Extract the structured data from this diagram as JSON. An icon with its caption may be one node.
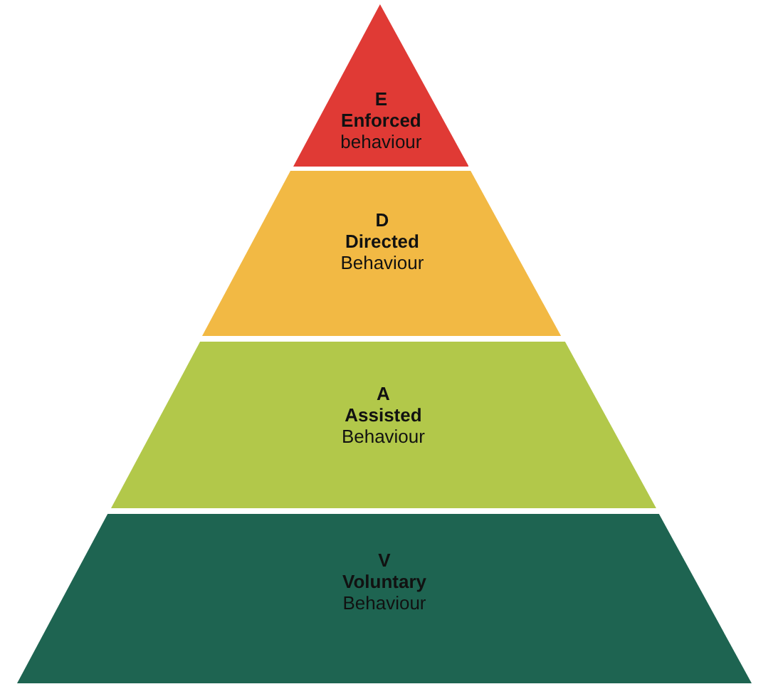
{
  "diagram": {
    "nodes": [
      {
        "text": [
          "E",
          "Enforced",
          "behaviour"
        ]
      },
      {
        "text": [
          "D",
          "Directed",
          "Behaviour"
        ]
      },
      {
        "text": [
          "A",
          "Assisted",
          "Behaviour"
        ]
      },
      {
        "text": [
          "V",
          "Voluntary",
          "Behaviour"
        ]
      }
    ]
  }
}
